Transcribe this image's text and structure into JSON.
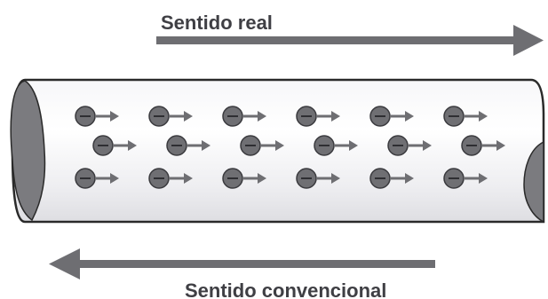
{
  "top_label": "Sentido real",
  "bottom_label": "Sentido convencional",
  "electron_symbol": "−",
  "colors": {
    "arrow": "#6e6e72",
    "wire_fill_light": "#ffffff",
    "wire_fill_shade": "#e7e7ea",
    "wire_outline": "#2a2a2a",
    "wire_end": "#7b7b7f",
    "electron": "#6f6f73",
    "electron_stroke": "#3a3a3e",
    "text": "#3f3f44"
  },
  "electron_rows": [
    6,
    6,
    6
  ]
}
